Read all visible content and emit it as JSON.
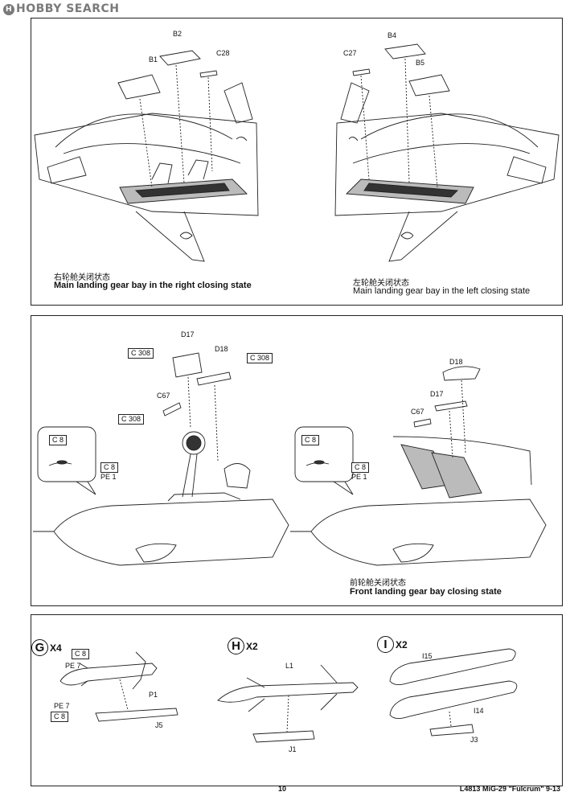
{
  "watermark": "HOBBY SEARCH",
  "panel1": {
    "left": {
      "parts": [
        "B2",
        "B1",
        "C28"
      ],
      "caption_cn": "右轮舱关闭状态",
      "caption_en": "Main landing gear bay in the right closing state"
    },
    "right": {
      "parts": [
        "B4",
        "C27",
        "B5"
      ],
      "caption_cn": "左轮舱关闭状态",
      "caption_en": "Main landing gear bay in the left closing state"
    }
  },
  "panel2": {
    "left": {
      "d17": "D17",
      "d18": "D18",
      "c308": "C 308",
      "c67": "C67",
      "c8": "C 8",
      "pe1": "PE 1"
    },
    "right": {
      "d18": "D18",
      "d17": "D17",
      "c67": "C67",
      "c8": "C 8",
      "pe1": "PE 1"
    },
    "caption_cn": "前轮舱关闭状态",
    "caption_en": "Front landing gear bay closing state"
  },
  "panel3": {
    "g": {
      "letter": "G",
      "qty": "X4",
      "c8": "C 8",
      "pe7": "PE 7",
      "p1": "P1",
      "j5": "J5"
    },
    "h": {
      "letter": "H",
      "qty": "X2",
      "l1": "L1",
      "j1": "J1"
    },
    "i": {
      "letter": "I",
      "qty": "X2",
      "i15": "I15",
      "i14": "I14",
      "j3": "J3"
    }
  },
  "footer": {
    "page": "10",
    "ref": "L4813 MiG-29 \"Fulcrum\" 9-13"
  }
}
